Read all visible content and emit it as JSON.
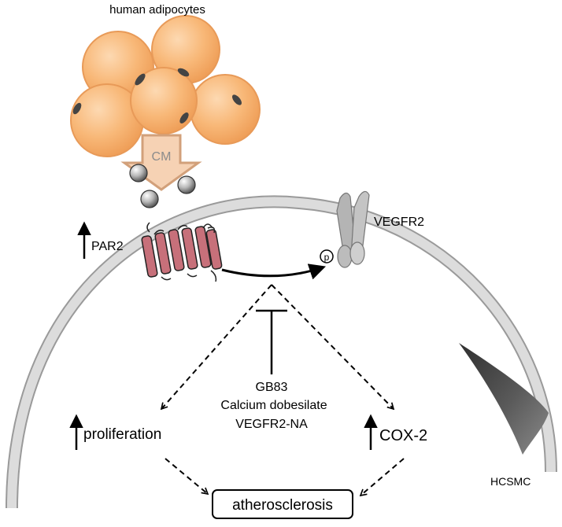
{
  "labels": {
    "adipocytes": "human adipocytes",
    "cm": "CM",
    "par2": "PAR2",
    "vegfr2": "VEGFR2",
    "phospho": "p",
    "inhibitor_1": "GB83",
    "inhibitor_2": "Calcium dobesilate",
    "inhibitor_3": "VEGFR2-NA",
    "proliferation": "proliferation",
    "cox2": "COX-2",
    "outcome": "atherosclerosis",
    "cell_type": "HCSMC"
  },
  "colors": {
    "adipocyte_fill": "#f8b878",
    "adipocyte_edge": "#e89a58",
    "arrow_fill": "#f6d2b4",
    "arrow_edge": "#d2a07a",
    "membrane": "#dcdcdc",
    "membrane_edge": "#9a9a9a",
    "receptor": "#c7707a",
    "vegfr": "#b4b4b4",
    "smc": "#444444"
  },
  "icons": [
    "adipocyte-cluster",
    "particle-spheres",
    "gpcr-receptor",
    "vegfr2-receptor",
    "smooth-muscle-cell"
  ]
}
